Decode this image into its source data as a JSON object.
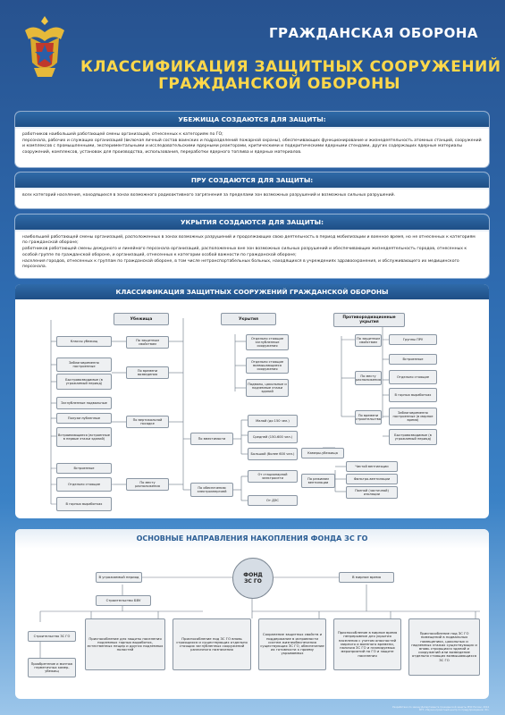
{
  "header": {
    "org": "ГРАЖДАНСКАЯ ОБОРОНА",
    "title_line1": "КЛАССИФИКАЦИЯ ЗАЩИТНЫХ СООРУЖЕНИЙ",
    "title_line2": "ГРАЖДАНСКОЙ ОБОРОНЫ",
    "title_color": "#ffd84a"
  },
  "shelters": {
    "heading": "УБЕЖИЩА СОЗДАЮТСЯ ДЛЯ ЗАЩИТЫ:",
    "p1": "работников наибольшей работающей смены организаций, отнесенных к категориям по ГО;",
    "p2": "персонала, рабочих и служащих организаций (включая личный состав воинских и подразделений пожарной охраны), обеспечивающих функционирование и жизнедеятельность атомных станций, сооружений и комплексов с промышленными, экспериментальными и исследовательскими ядерными реакторами, критическими и подкритическими ядерными стендами, других содержащих ядерные материалы сооружений, комплексов, установок для производства, использования, переработки ядерного топлива и ядерных материалов."
  },
  "pru": {
    "heading": "ПРУ СОЗДАЮТСЯ ДЛЯ ЗАЩИТЫ:",
    "p1": "всех категорий населения, находящихся в зонах возможного радиоактивного загрязнения за пределами зон возможных разрушений и возможных сильных разрушений."
  },
  "covers": {
    "heading": "УКРЫТИЯ СОЗДАЮТСЯ ДЛЯ ЗАЩИТЫ:",
    "p1": "наибольшей работающей смены организаций, расположенных в зонах возможных разрушений и продолжающих свою деятельность в период мобилизации и военное время, но не отнесенных к категориям по гражданской обороне;",
    "p2": "работников работающей смены дежурного и линейного персонала организаций, расположенных вне зон возможных сильных разрушений и обеспечивающих жизнедеятельность городов, отнесенных к особой группе по гражданской обороне, и организаций, отнесенных к категории особой важности по гражданской обороне;",
    "p3": "населения городов, отнесенных к группам по гражданской обороне, в том числе нетранспортабельных больных, находящихся в учреждениях здравоохранения, и обслуживающего их медицинского персонала."
  },
  "classification": {
    "heading": "КЛАССИФИКАЦИЯ ЗАЩИТНЫХ СООРУЖЕНИЙ ГРАЖДАНСКОЙ ОБОРОНЫ",
    "col_shelters": "Убежища",
    "col_covers": "Укрытия",
    "col_radiation": "Противорадиационные укрытия",
    "shelter_class": "Классы убежищ",
    "by_protective": "По защитным свойствам",
    "prebuilt": "Заблаговременно построенные",
    "quickbuilt": "Быстровозводимые (в угрожаемый период)",
    "by_time": "По времени возведения",
    "basement": "Заглубленные подвальные",
    "semi_buried": "Полузаглубленные",
    "built_in": "Встраивающиеся (встроенные в первые этажи зданий)",
    "by_location_height": "По вертикальной посадке",
    "cover_deep": "Отдельно стоящие заглубленные сооружения",
    "cover_built": "Отдельно стоящие возвышающиеся сооружения",
    "cover_basement": "Подвалы, цокольные и надземные этажи зданий",
    "by_capacity": "По вместимости",
    "small": "Малой (до 150 чел.)",
    "medium": "Средней (150-600 чел.)",
    "large": "Большой (более 600 чел.)",
    "by_power": "По обеспечению электроэнергией",
    "power_own": "От стационарной электросети",
    "power_dpp": "От ДЭС",
    "builtin2": "Встроенные",
    "standalone": "Отдельно стоящие",
    "in_mines": "В горных выработках",
    "by_place": "По месту расположения",
    "filter_cameras": "Камеры-убежища",
    "by_vent": "По режимам вентиляции",
    "vent_clean": "Чистой вентиляции",
    "vent_filter": "Фильтро-вентиляции",
    "vent_isol": "Полной (частичной) изоляции",
    "pru_by_prot": "По защитным свойствам",
    "pru_groups": "Группы ПРУ",
    "pru_by_place": "По месту расположения",
    "pru_builtin": "Встроенные",
    "pru_standalone": "Отдельно стоящие",
    "pru_mines": "В горных выработках",
    "pru_by_time": "По времени строительства",
    "pru_prebuilt": "Заблаговременно построенные (в мирное время)",
    "pru_quick": "Быстровозводимые (в угрожаемый период)"
  },
  "fund": {
    "heading": "ОСНОВНЫЕ НАПРАВЛЕНИЯ НАКОПЛЕНИЯ ФОНДА ЗС ГО",
    "center_line1": "ФОНД",
    "center_line2": "ЗС ГО",
    "threat_period": "В угрожаемый период",
    "peace_time": "В мирное время",
    "build_bvu": "Строительство БВУ",
    "build_zs": "Строительство ЗС ГО",
    "acquire": "Приобретение и монтаж герметичных камер-убежищ",
    "adapt_mines": "Приспособление для защиты населения подземных горных выработок, естественных пещер и других подземных полостей",
    "adapt_buildings": "Приспособление под ЗС ГО вновь строящихся и существующих отдельно стоящих заглубленных сооружений различного назначения",
    "maintain": "Сохранение защитных свойств и поддержание в исправности систем жизнеобеспечения существующих ЗС ГО, обеспечение их готовности к приему укрываемых",
    "peace_adapt": "Приспособление в мирное время непрерывное для укрытия населения с учетом опасностей мирного и военного времени, наличия ЗС ГО и планируемых мероприятий по ГО и защите населения",
    "peace_under": "Приспособление под ЗС ГО помещений в подвальных помещениях, цокольных и надземных этажах существующих и вновь строящихся зданий и сооружений или возведение отдельно стоящих возвышающихся ЗС ГО"
  },
  "footer": {
    "line1": "Разработано по заказу Департамента гражданской защиты МЧС России, 2014",
    "line2": "ФГУ «Научно-проектный центр по предупреждению ЧС»"
  }
}
